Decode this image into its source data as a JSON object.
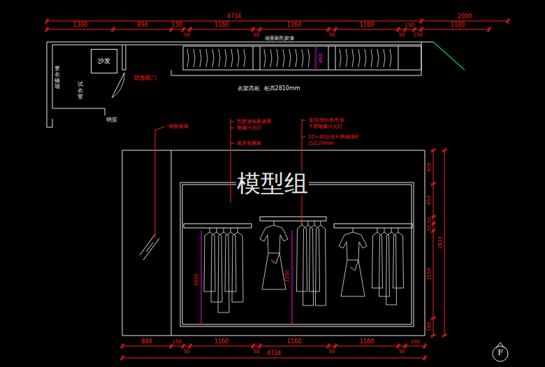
{
  "diagram": {
    "nodes": [
      {
        "text": [
          "沙发"
        ]
      },
      {
        "text": [
          "F"
        ]
      }
    ],
    "labels": [
      "4734",
      "2000",
      "1300",
      "894",
      "150",
      "50",
      "1160",
      "50",
      "1160",
      "50",
      "1160",
      "50",
      "150",
      "150",
      "1100",
      "墙面刷乳胶漆",
      "460",
      "衣架高柜  柜高2810mm",
      "更衣镜墙",
      "试衣室",
      "隐形暗门",
      "明装",
      "镜面玻璃",
      "乳胶漆饰面墙面",
      "暗藏日光灯",
      "银灰色腻板",
      "顶30宽白色吊顶，",
      "下面暗藏日光灯",
      "20×40拉丝不锈钢挂杆",
      "凸出20mm",
      "600",
      "450",
      "50",
      "50",
      "1550",
      "160",
      "2810",
      "1600",
      "1200",
      "894",
      "150",
      "50",
      "1160",
      "50",
      "1160",
      "50",
      "1160",
      "50",
      "150",
      "4734",
      "模型组"
    ]
  }
}
